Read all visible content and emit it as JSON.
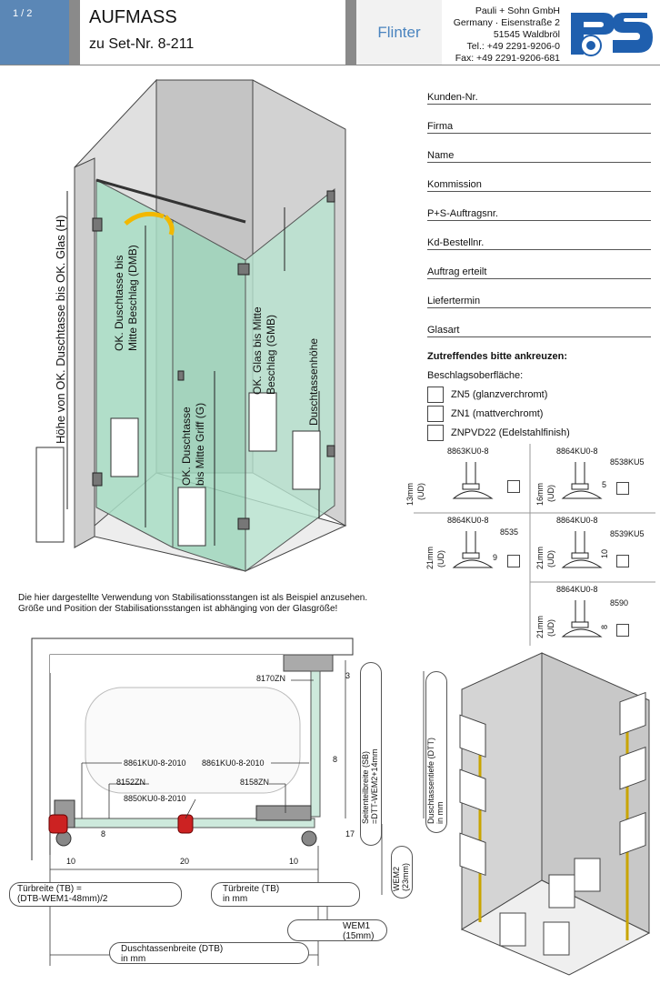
{
  "header": {
    "page_indicator": "1 / 2",
    "title": "AUFMASS",
    "subtitle": "zu Set-Nr. 8-211",
    "product_name": "Flinter",
    "company": {
      "name": "Pauli + Sohn GmbH",
      "address_line1": "Germany · Eisenstraße 2",
      "address_line2": "51545 Waldbröl",
      "phone": "Tel.: +49 2291-9206-0",
      "fax": "Fax: +49 2291-9206-681"
    },
    "logo_text": "PS"
  },
  "form": {
    "fields": [
      {
        "label": "Kunden-Nr."
      },
      {
        "label": "Firma"
      },
      {
        "label": "Name"
      },
      {
        "label": "Kommission"
      },
      {
        "label": "P+S-Auftragsnr."
      },
      {
        "label": "Kd-Bestellnr."
      },
      {
        "label": "Auftrag erteilt"
      },
      {
        "label": "Liefertermin"
      },
      {
        "label": "Glasart"
      }
    ],
    "check_heading": "Zutreffendes bitte ankreuzen:",
    "surface_label": "Beschlagsoberfläche:",
    "surface_options": [
      {
        "label": "ZN5 (glanzverchromt)"
      },
      {
        "label": "ZN1 (mattverchromt)"
      },
      {
        "label": "ZNPVD22 (Edelstahlfinish)"
      }
    ]
  },
  "profiles": [
    {
      "part": "8863KU0-8",
      "extra": "",
      "height": "13mm",
      "ud": "(UD)",
      "gap": ""
    },
    {
      "part": "8864KU0-8",
      "extra": "8538KU5",
      "height": "16mm",
      "ud": "(UD)",
      "gap": "5"
    },
    {
      "part": "8864KU0-8",
      "extra": "8535",
      "height": "21mm",
      "ud": "(UD)",
      "gap": "9"
    },
    {
      "part": "8864KU0-8",
      "extra": "8539KU5",
      "height": "21mm",
      "ud": "(UD)",
      "gap": "10"
    },
    {
      "part": "8864KU0-8",
      "extra": "8590",
      "height": "21mm",
      "ud": "(UD)",
      "gap": "8"
    }
  ],
  "iso_labels": {
    "height_total": "Höhe von OK. Duschtasse bis OK. Glas (H)",
    "dmb": [
      "OK. Duschtasse bis",
      "Mitte Beschlag (DMB)"
    ],
    "gmb": [
      "OK. Glas bis Mitte",
      "Beschlag (GMB)"
    ],
    "handle": [
      "OK. Duschtasse",
      "bis Mitte Griff (G)"
    ],
    "tray_height": "Duschtassenhöhe"
  },
  "note": {
    "line1": "Die hier dargestellte Verwendung von Stabilisationsstangen ist als Beispiel anzusehen.",
    "line2": "Größe und Position der Stabilisationsstangen ist abhänging von der Glasgröße!"
  },
  "plan": {
    "part_8170": "8170ZN",
    "part_8861a": "8861KU0-8-2010",
    "part_8861b": "8861KU0-8-2010",
    "part_8152": "8152ZN",
    "part_8158": "8158ZN",
    "part_8850": "8850KU0-8-2010",
    "dim_3": "3",
    "dim_8_right": "8",
    "dim_8_left": "8",
    "dim_17": "17",
    "dim_10_left": "10",
    "dim_20": "20",
    "dim_10_right": "10",
    "side_width": [
      "Seitenteilbreite (SB)",
      "=DTT-WEM2+14mm"
    ],
    "tray_depth": [
      "Duschtassentiefe (DTT)",
      "in mm"
    ],
    "wem2": [
      "WEM2",
      "(23mm)"
    ],
    "door_width_formula": [
      "Türbreite (TB) =",
      "(DTB-WEM1-48mm)/2"
    ],
    "door_width": [
      "Türbreite (TB)",
      "in mm"
    ],
    "wem1": [
      "WEM1",
      "(15mm)"
    ],
    "tray_width": [
      "Duschtassenbreite (DTB)",
      "in mm"
    ]
  },
  "colors": {
    "header_blue": "#5b87b6",
    "flinter_blue": "#4a84bf",
    "glass_green": "#a8ddc4",
    "logo_blue": "#1f5fae"
  }
}
